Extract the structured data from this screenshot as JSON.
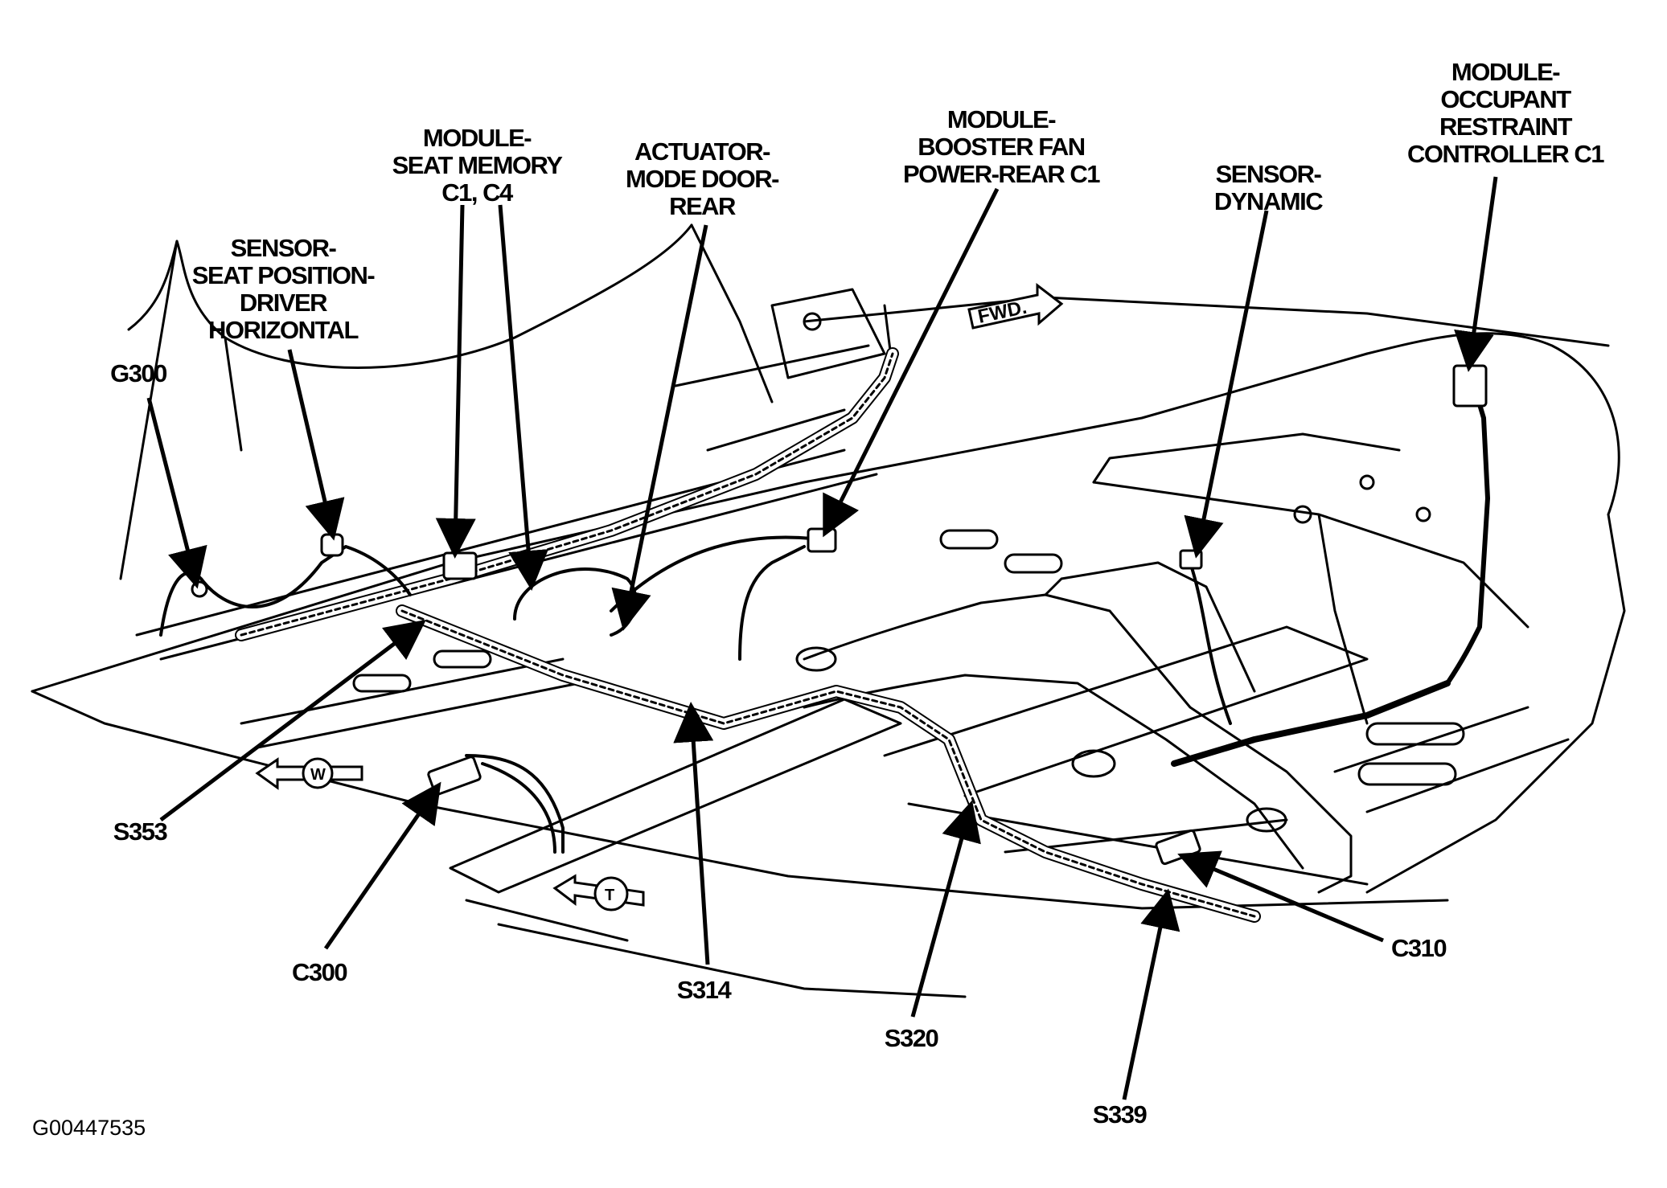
{
  "labels": {
    "sensor_seat_position": "SENSOR-\nSEAT POSITION-\nDRIVER\nHORIZONTAL",
    "module_seat_memory": "MODULE-\nSEAT MEMORY\nC1, C4",
    "actuator_mode_door": "ACTUATOR-\nMODE DOOR-\nREAR",
    "module_booster_fan": "MODULE-\nBOOSTER FAN\nPOWER-REAR C1",
    "sensor_dynamic": "SENSOR-\nDYNAMIC",
    "module_occupant_restraint": "MODULE-\nOCCUPANT\nRESTRAINT\nCONTROLLER C1",
    "g300": "G300",
    "s353": "S353",
    "c300": "C300",
    "s314": "S314",
    "s320": "S320",
    "s339": "S339",
    "c310": "C310"
  },
  "icons": {
    "fwd": "FWD.",
    "w": "W",
    "t": "T"
  },
  "figure_code": "G00447535"
}
